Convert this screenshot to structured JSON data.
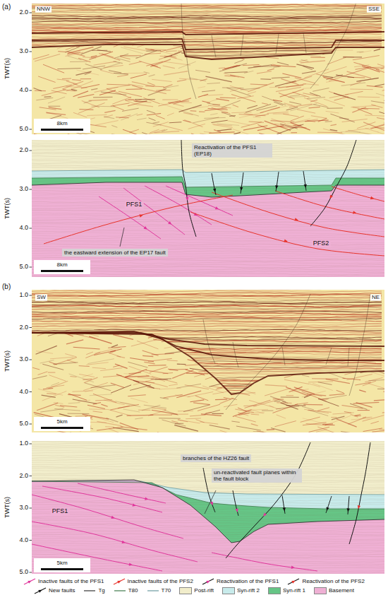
{
  "diagram": {
    "nodes": [
      {
        "text": [
          "Reactivation of the PFS1 (EP18)"
        ]
      },
      {
        "text": [
          "the eastward extension of the EP17 fault"
        ]
      },
      {
        "text": [
          "branches of the HZ26 fault"
        ]
      },
      {
        "text": [
          "un-reactivated fault planes within the fault block"
        ]
      }
    ],
    "labels": [
      "(a)",
      "NNW",
      "SSE",
      "TWT(s)",
      "2.0",
      "3.0",
      "4.0",
      "5.0",
      "8km",
      "TWT(s)",
      "2.0",
      "3.0",
      "4.0",
      "5.0",
      "PFS1",
      "PFS2",
      "8km",
      "(b)",
      "SW",
      "NE",
      "TWT(s)",
      "1.0",
      "2.0",
      "3.0",
      "4.0",
      "5.0",
      "5km",
      "TWT(s)",
      "1.0",
      "2.0",
      "3.0",
      "4.0",
      "5.0",
      "PFS1",
      "5km"
    ],
    "legend": [
      {
        "text": "Inactive faults of the PFS1"
      },
      {
        "text": "Inactive faults of the PFS2"
      },
      {
        "text": "Reactivation of the PFS1"
      },
      {
        "text": "Reactivation of the PFS2"
      },
      {
        "text": "New faults"
      },
      {
        "text": "Tg"
      },
      {
        "text": "T80"
      },
      {
        "text": "T70"
      },
      {
        "text": "Post-rift",
        "color": "#f1edcb"
      },
      {
        "text": "Syn-rift 2",
        "color": "#c8ebeb"
      },
      {
        "text": "Syn-rift 1",
        "color": "#66c586"
      },
      {
        "text": "Basement",
        "color": "#efb0d4"
      }
    ]
  }
}
